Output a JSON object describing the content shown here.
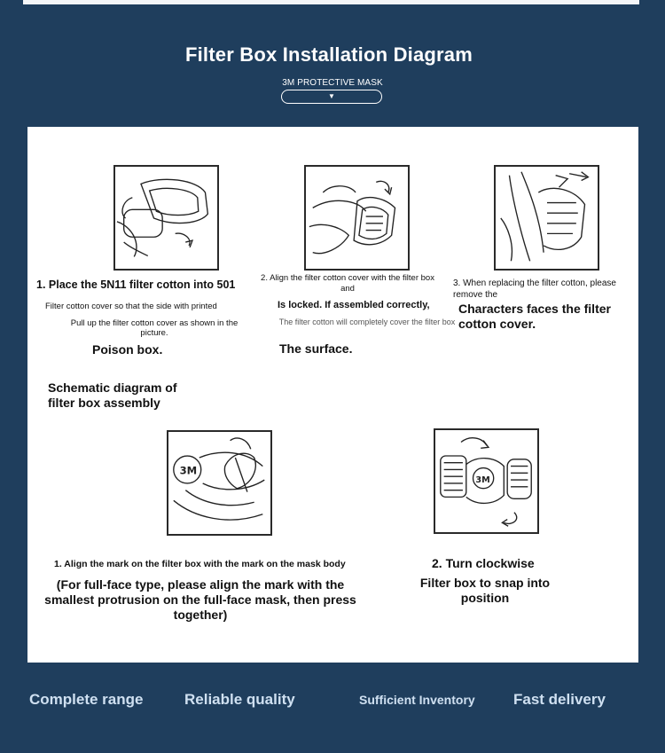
{
  "header": {
    "title": "Filter Box Installation Diagram",
    "subtitle": "3M PROTECTIVE MASK"
  },
  "step1": {
    "title": "1. Place the 5N11 filter cotton into 501",
    "line2": "Filter cotton cover so that the side with printed",
    "line3": "Pull up the filter cotton cover as shown in the picture.",
    "line4": "Poison box."
  },
  "step2": {
    "title": "2. Align the filter cotton cover with the filter box and",
    "line2": "Is locked. If assembled correctly,",
    "line3": "The filter cotton will completely cover the filter box",
    "line4": "The surface."
  },
  "step3": {
    "title": "3. When replacing the filter cotton, please remove the",
    "line2": "Characters faces the filter cotton cover."
  },
  "assembly": {
    "heading": "Schematic diagram of filter box assembly",
    "stepA_title": "1. Align the mark on the filter box with the mark on the mask body",
    "stepA_note": "(For full-face type, please align the mark with the smallest protrusion on the full-face mask, then press together)",
    "stepB_title": "2. Turn clockwise",
    "stepB_note": "Filter box to snap into position"
  },
  "icons": {
    "pill_arrow": "▼",
    "mask_logo": "3M"
  },
  "footer": {
    "item1": "Complete range",
    "item2": "Reliable quality",
    "item3": "Sufficient Inventory",
    "item4": "Fast delivery"
  },
  "colors": {
    "background": "#1f3e5d",
    "panel": "#ffffff",
    "footer_text": "#cfe0f1"
  }
}
